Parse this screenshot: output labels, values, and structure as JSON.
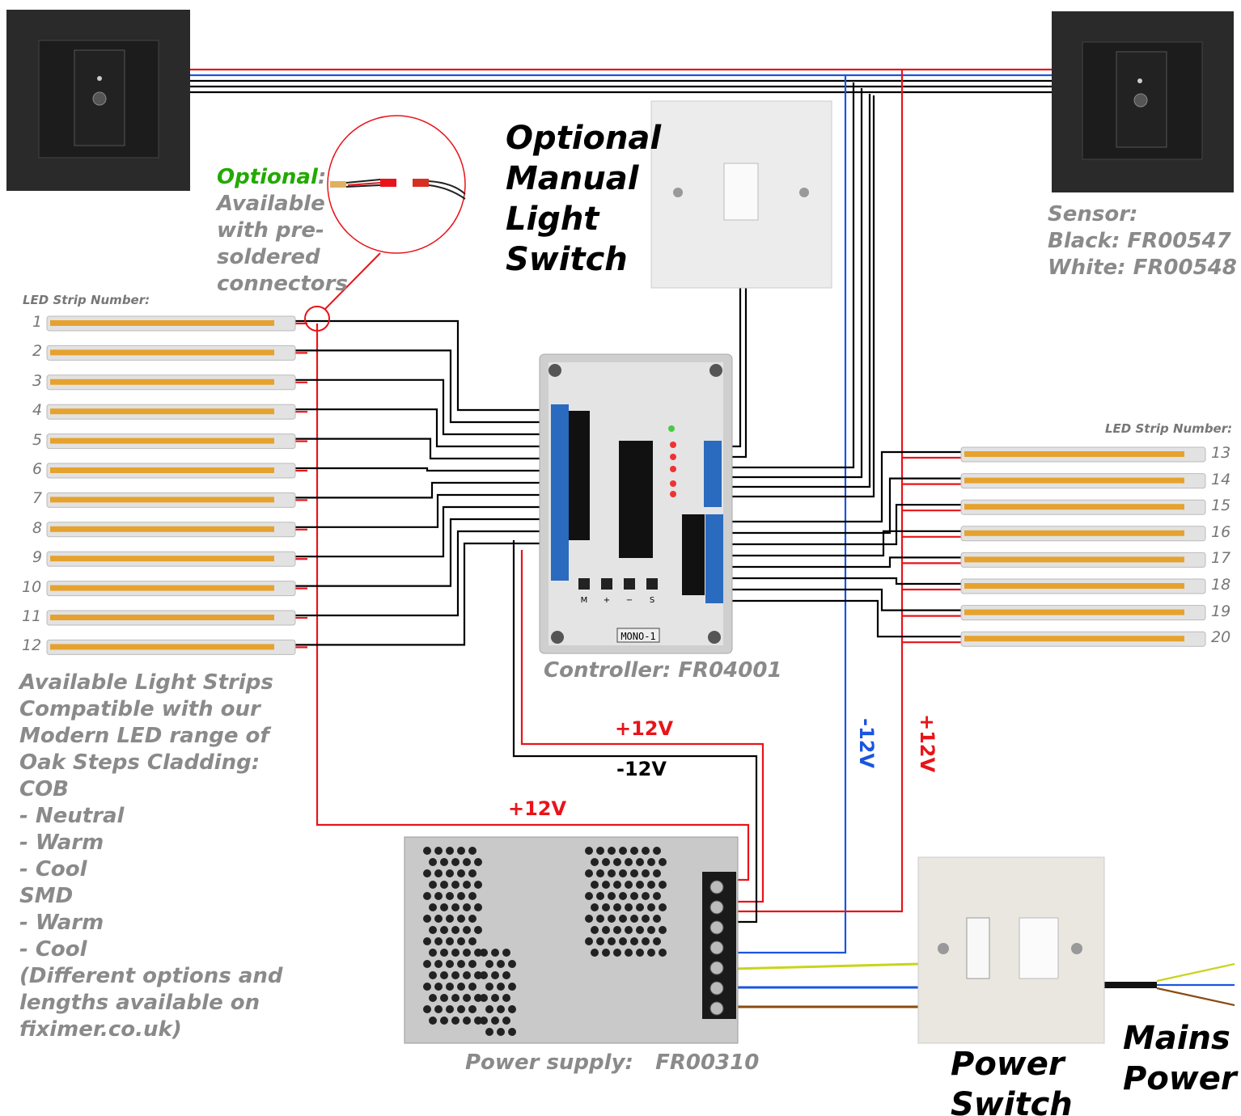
{
  "optional_label": {
    "word": "Optional",
    "colon": ":",
    "rest": [
      "Available",
      "with pre-",
      "soldered",
      "connectors"
    ]
  },
  "manual_switch_label": [
    "Optional",
    "Manual",
    "Light",
    "Switch"
  ],
  "sensor_label": [
    "Sensor:",
    "Black: FR00547",
    "White: FR00548"
  ],
  "led_strip_heading_left": "LED Strip Number:",
  "led_strip_heading_right": "LED Strip Number:",
  "left_strips": [
    "1",
    "2",
    "3",
    "4",
    "5",
    "6",
    "7",
    "8",
    "9",
    "10",
    "11",
    "12"
  ],
  "right_strips": [
    "13",
    "14",
    "15",
    "16",
    "17",
    "18",
    "19",
    "20"
  ],
  "controller_label": "Controller: FR04001",
  "controller_board": {
    "model": "MONO-1",
    "buttons": [
      "M",
      "+",
      "−",
      "S"
    ]
  },
  "power_supply_label": "Power supply:   FR00310",
  "power_switch_label": [
    "Power",
    "Switch"
  ],
  "mains_label": [
    "Mains",
    "Power"
  ],
  "voltages": {
    "left_loop": "+12V",
    "controller_pos": "+12V",
    "controller_neg": "-12V",
    "right_neg": "-12V",
    "right_pos": "+12V"
  },
  "compat_text": [
    "Available Light Strips",
    "Compatible with our",
    "Modern LED range of",
    "Oak Steps Cladding:",
    "COB",
    "- Neutral",
    "- Warm",
    "- Cool",
    "SMD",
    "- Warm",
    "- Cool",
    "(Different options and",
    "lengths available on",
    "fiximer.co.uk)"
  ],
  "colors": {
    "positive": "#e8141a",
    "negative": "#000000",
    "sensor_blue": "#1a55e0",
    "earth": "#c8d41a",
    "brown": "#8a4a10",
    "label_gray": "#8a8a8a",
    "optional_green": "#22aa00"
  }
}
